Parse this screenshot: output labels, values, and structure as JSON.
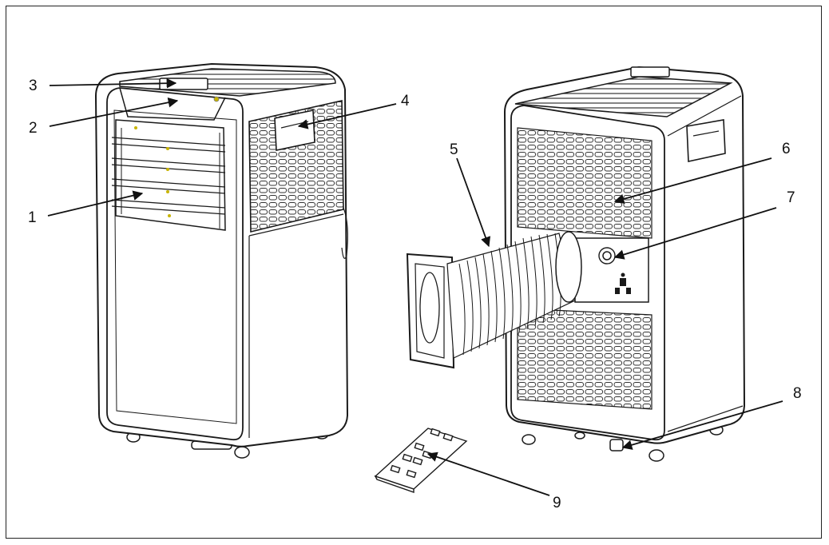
{
  "callouts": [
    {
      "id": 1,
      "label": "1"
    },
    {
      "id": 2,
      "label": "2"
    },
    {
      "id": 3,
      "label": "3"
    },
    {
      "id": 4,
      "label": "4"
    },
    {
      "id": 5,
      "label": "5"
    },
    {
      "id": 6,
      "label": "6"
    },
    {
      "id": 7,
      "label": "7"
    },
    {
      "id": 8,
      "label": "8"
    },
    {
      "id": 9,
      "label": "9"
    }
  ],
  "colors": {
    "line": "#1a1a1a",
    "accent_led": "#c8b400",
    "background": "#ffffff"
  }
}
